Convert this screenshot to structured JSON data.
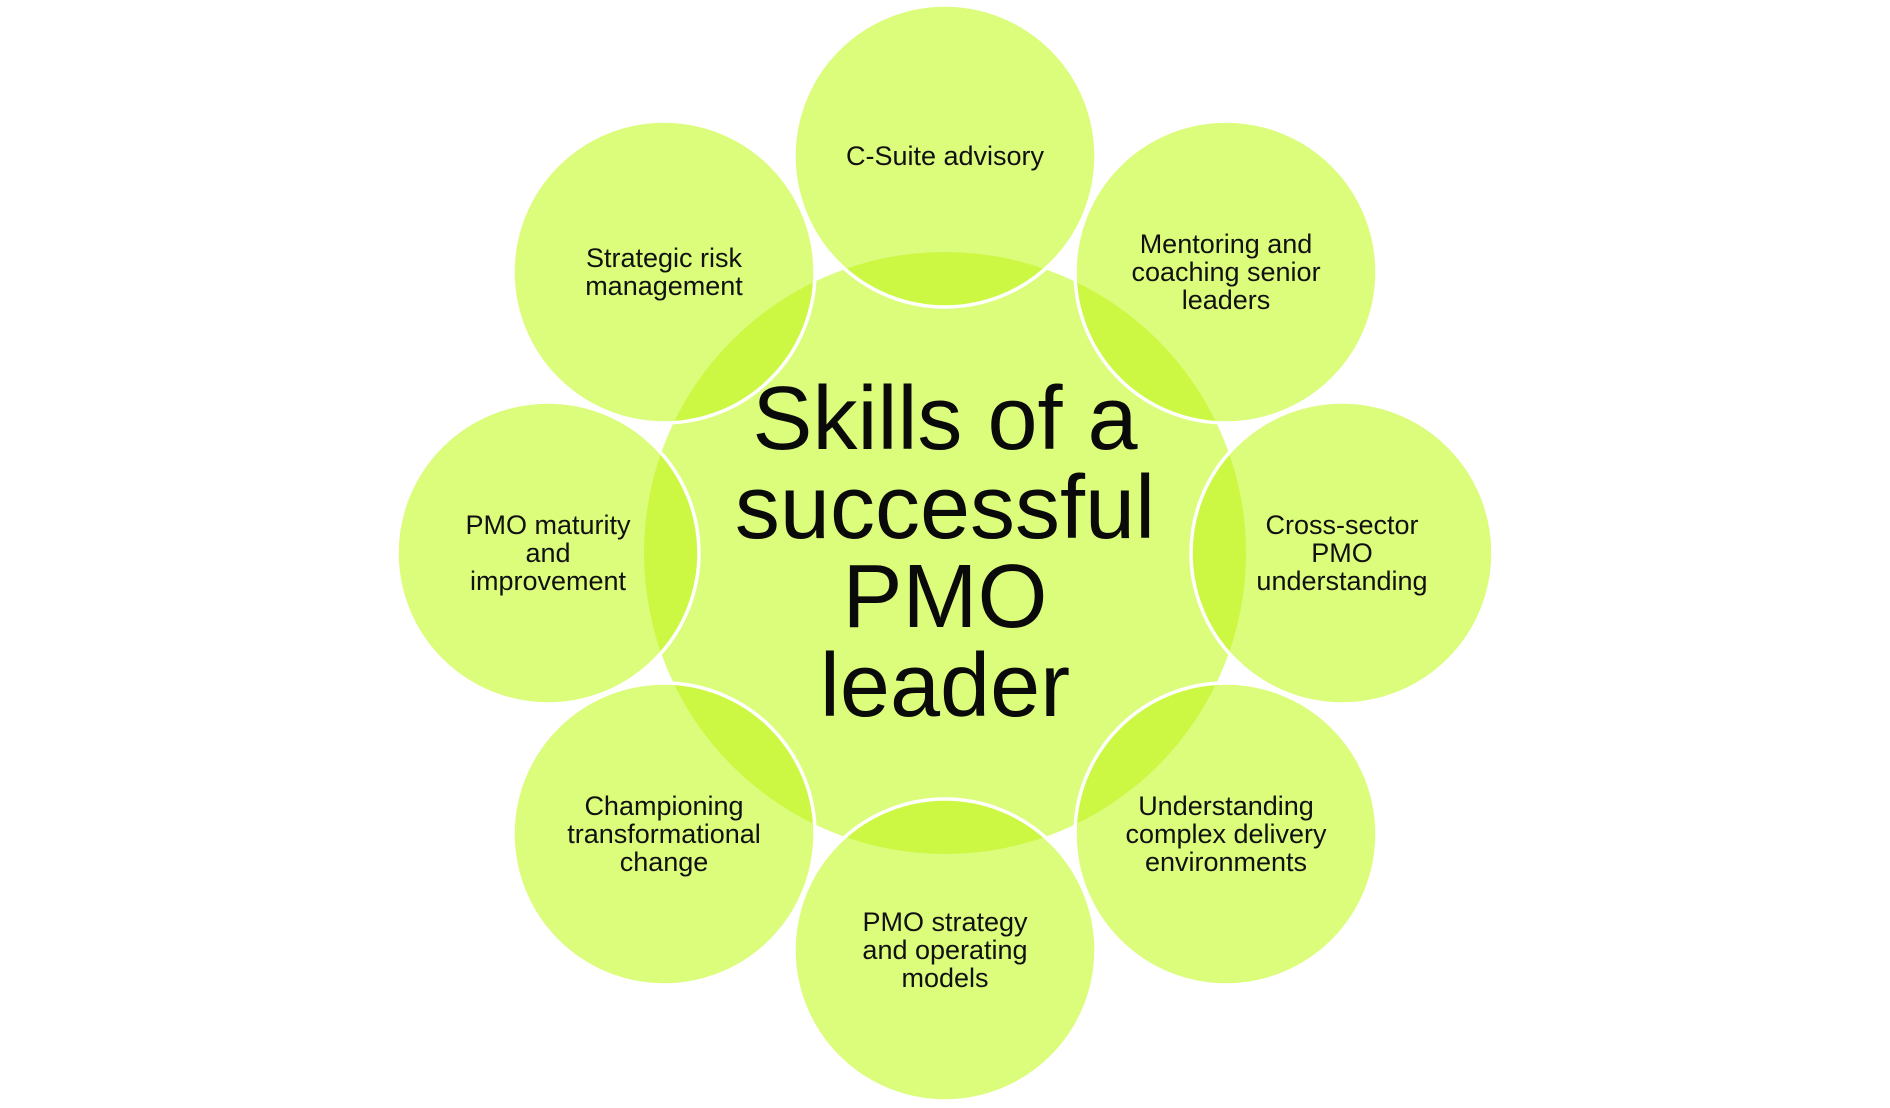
{
  "diagram": {
    "title_lines": [
      "Skills of a",
      "successful",
      "PMO",
      "leader"
    ],
    "title": "Skills of a successful PMO leader",
    "colors": {
      "background": "#ffffff",
      "circle_fill": "#dcfc7c",
      "overlap_fill": "#ccf844",
      "outline": "#ffffff",
      "text": "#111111"
    },
    "skills": [
      {
        "position": "top",
        "lines": [
          "C-Suite advisory"
        ],
        "label": "C-Suite advisory"
      },
      {
        "position": "top-right",
        "lines": [
          "Mentoring and",
          "coaching senior",
          "leaders"
        ],
        "label": "Mentoring and coaching senior leaders"
      },
      {
        "position": "right",
        "lines": [
          "Cross-sector",
          "PMO",
          "understanding"
        ],
        "label": "Cross-sector PMO understanding"
      },
      {
        "position": "bottom-right",
        "lines": [
          "Understanding",
          "complex delivery",
          "environments"
        ],
        "label": "Understanding complex delivery environments"
      },
      {
        "position": "bottom",
        "lines": [
          "PMO strategy",
          "and operating",
          "models"
        ],
        "label": "PMO strategy and operating models"
      },
      {
        "position": "bottom-left",
        "lines": [
          "Championing",
          "transformational",
          "change"
        ],
        "label": "Championing transformational change"
      },
      {
        "position": "left",
        "lines": [
          "PMO maturity",
          "and",
          "improvement"
        ],
        "label": "PMO maturity and improvement"
      },
      {
        "position": "top-left",
        "lines": [
          "Strategic risk",
          "management"
        ],
        "label": "Strategic risk management"
      }
    ]
  }
}
